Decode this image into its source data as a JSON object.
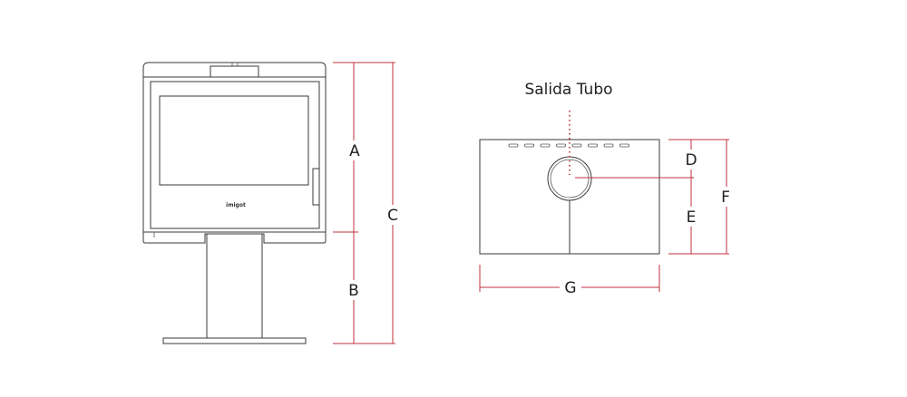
{
  "front_view": {
    "brand_text": "imigot",
    "labels": {
      "a": "A",
      "b": "B",
      "c": "C"
    }
  },
  "top_view": {
    "outlet_label": "Salida Tubo",
    "labels": {
      "d": "D",
      "e": "E",
      "f": "F",
      "g": "G"
    },
    "vent_slot_count": 8
  },
  "colors": {
    "outline": "#3a3a3a",
    "dimension_line": "#c0303c",
    "text": "#222222",
    "background": "#ffffff"
  }
}
